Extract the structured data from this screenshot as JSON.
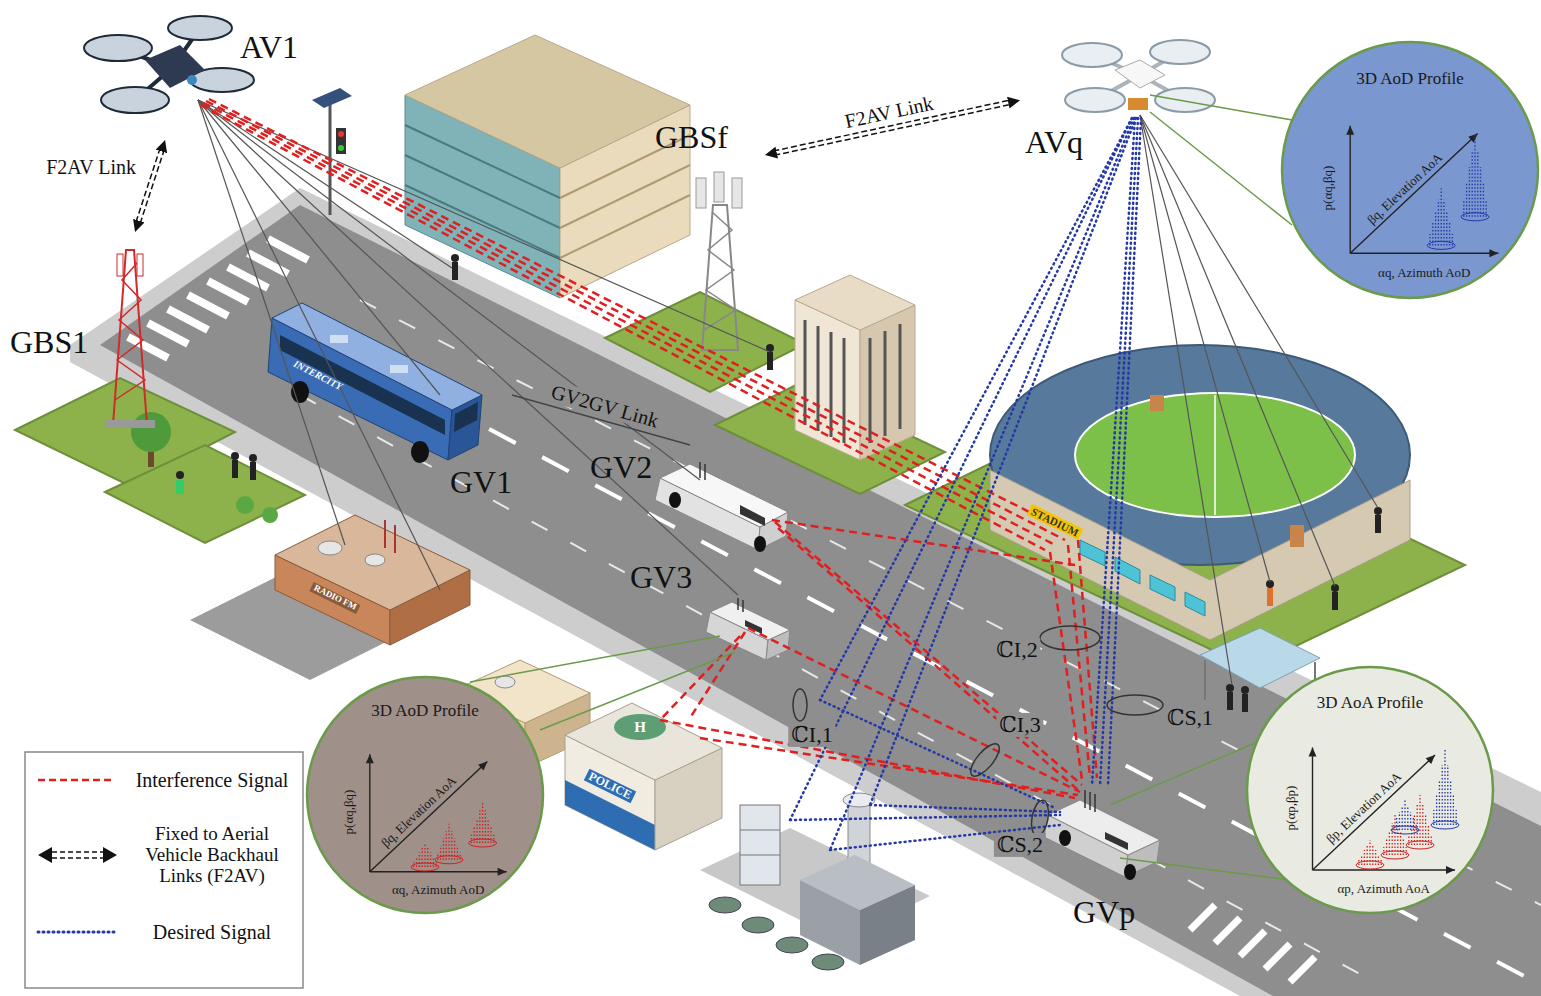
{
  "diagram": {
    "nodes": [
      {
        "text": [
          "AV1"
        ]
      },
      {
        "text": [
          "GBSf"
        ]
      },
      {
        "text": [
          "AVq"
        ]
      },
      {
        "text": [
          "3D AoD Profile",
          "p(αq,βq)",
          "βq, Elevation AoA",
          "αq, Azimuth AoD"
        ]
      },
      {
        "text": [
          "GBS1"
        ]
      },
      {
        "text": [
          "GV1"
        ]
      },
      {
        "text": [
          "GV2"
        ]
      },
      {
        "text": [
          "GV3"
        ]
      },
      {
        "text": [
          "3D AoD Profile",
          "p(αq,βq)",
          "βq, Elevation AoA",
          "αq, Azimuth AoD"
        ]
      },
      {
        "text": [
          "3D AoA Profile",
          "p(αp,βp)",
          "βp, Elevation AoA",
          "αp, Azimuth AoA"
        ]
      },
      {
        "text": [
          "GVp"
        ]
      }
    ],
    "edges": [
      {
        "from": 0,
        "to": 4,
        "arrow": "both",
        "label": "F2AV Link"
      },
      {
        "from": 1,
        "to": 2,
        "arrow": "both",
        "label": "F2AV Link"
      },
      {
        "from": 5,
        "to": 6,
        "arrow": "none",
        "label": "GV2GV Link"
      }
    ],
    "labels": [
      "ℂI,1",
      "ℂI,2",
      "ℂI,3",
      "ℂS,1",
      "ℂS,2",
      "INTERCITY",
      "STADIUM",
      "RADIO FM",
      "POLICE",
      "H"
    ],
    "legend": [
      {
        "text": "Interference Signal"
      },
      {
        "text": "Fixed to Aerial Vehicle Backhaul Links (F2AV)"
      },
      {
        "text": "Desired Signal"
      }
    ]
  }
}
